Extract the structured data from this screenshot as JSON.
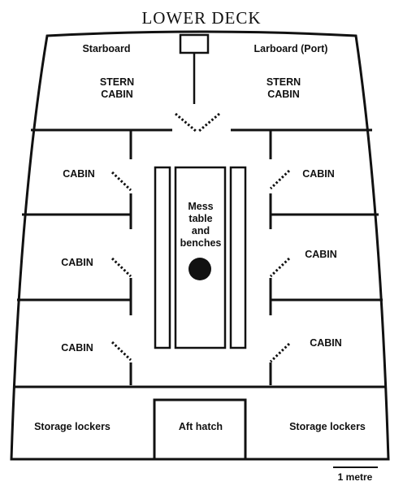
{
  "title": "LOWER DECK",
  "labels": {
    "starboard": "Starboard",
    "larboard": "Larboard (Port)",
    "stern_cabin": [
      "STERN",
      "CABIN"
    ],
    "cabin": "CABIN",
    "mess": [
      "Mess",
      "table",
      "and",
      "benches"
    ],
    "aft_hatch": "Aft hatch",
    "storage_lockers": "Storage lockers"
  },
  "scale": {
    "label": "1 metre"
  },
  "colors": {
    "ink": "#111111",
    "background": "#ffffff"
  }
}
